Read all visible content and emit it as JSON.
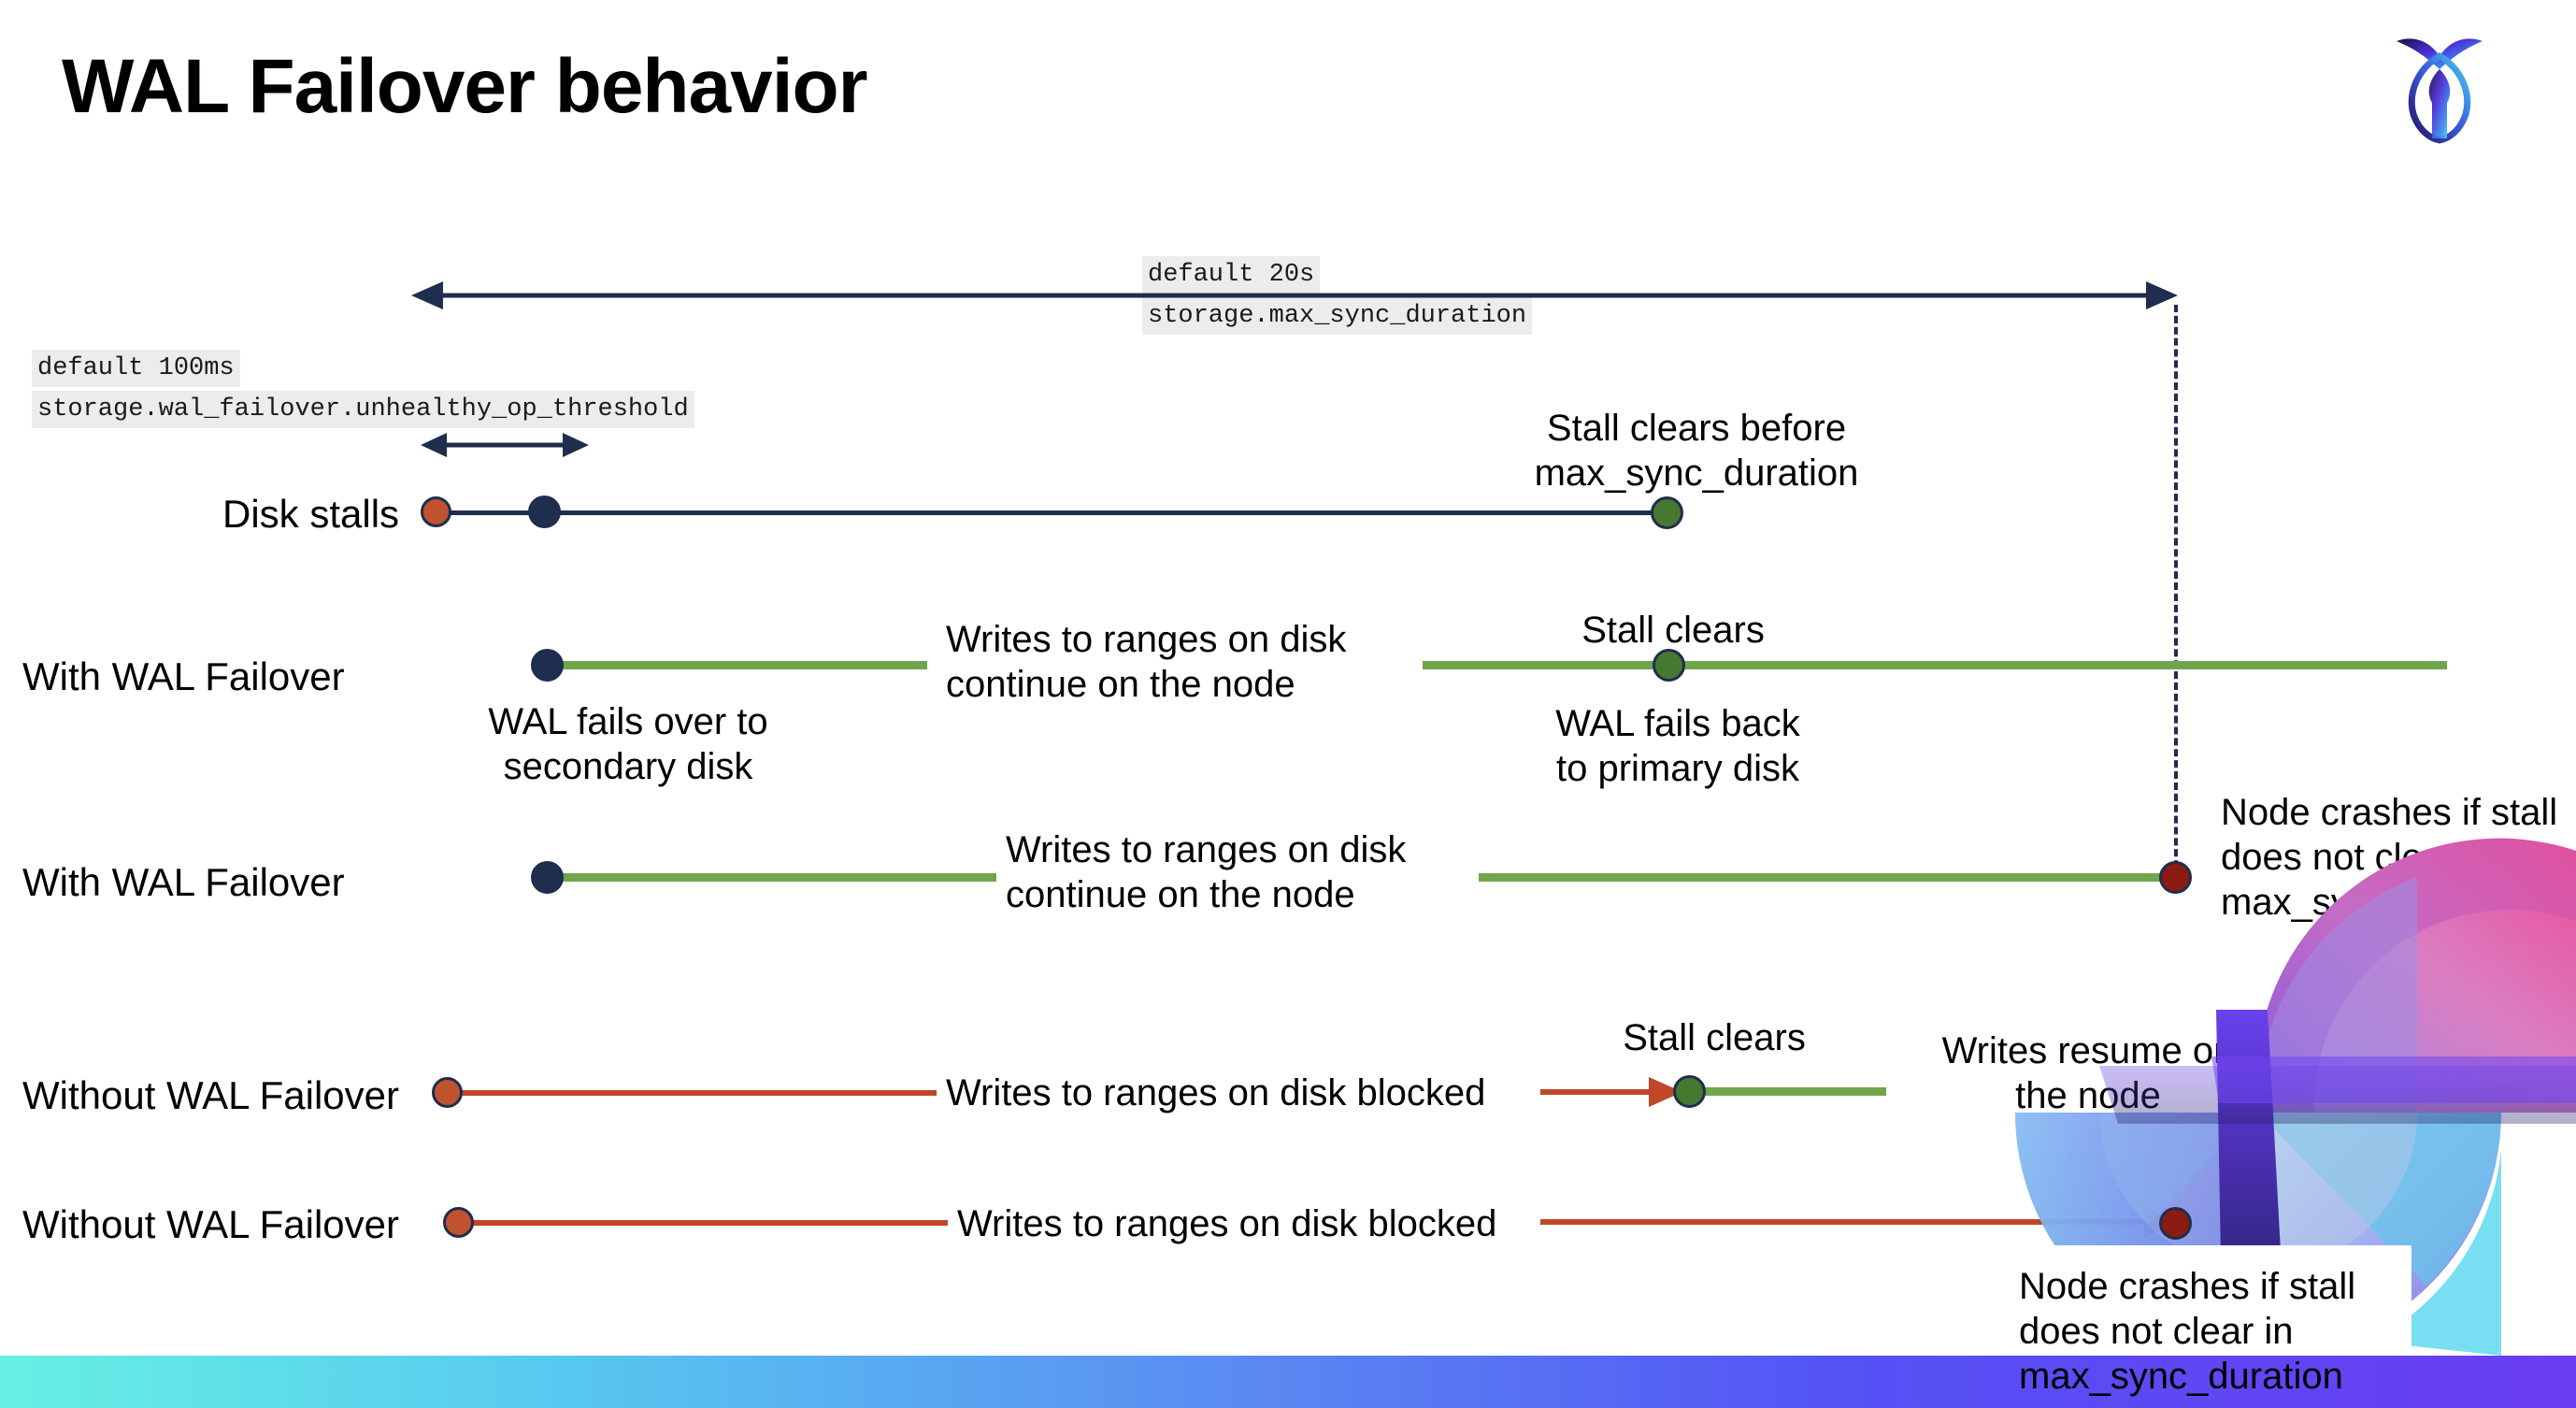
{
  "slide": {
    "title": "WAL Failover behavior",
    "logo_name": "cockroachdb-logo"
  },
  "annotations": {
    "top_scale": {
      "default_label": "default 20s",
      "setting_label": "storage.max_sync_duration"
    },
    "threshold_scale": {
      "default_label": "default 100ms",
      "setting_label": "storage.wal_failover.unhealthy_op_threshold"
    }
  },
  "rows": [
    {
      "label": "Disk stalls",
      "note_right": "Stall clears before\nmax_sync_duration"
    },
    {
      "label": "With WAL Failover",
      "note_start": "WAL fails over to\nsecondary disk",
      "note_mid": "Writes to ranges on disk\ncontinue on the node",
      "note_clear": "Stall clears",
      "note_back": "WAL fails  back\nto primary disk"
    },
    {
      "label": "With WAL Failover",
      "note_mid": "Writes to ranges on disk\ncontinue on the node",
      "note_crash": "Node crashes if stall\ndoes not clear in\nmax_sync_duration"
    },
    {
      "label": "Without WAL Failover",
      "note_mid": "Writes to ranges on disk  blocked",
      "note_clear": "Stall clears",
      "note_resume": "Writes resume on\nthe node"
    },
    {
      "label": "Without WAL Failover",
      "note_mid": "Writes to ranges on disk  blocked",
      "note_crash": "Node crashes if stall\ndoes not clear in\nmax_sync_duration"
    }
  ],
  "colors": {
    "navy": "#1f2d4e",
    "green_line": "#6fa64c",
    "green_dot": "#46782f",
    "orange_line": "#c0472a",
    "rust_dot": "#c0522e",
    "dark_red_dot": "#8c1b13",
    "code_chip_bg": "#ececec",
    "bottom_bar_gradient_start": "#66f0e4",
    "bottom_bar_gradient_end": "#6a3df0"
  }
}
